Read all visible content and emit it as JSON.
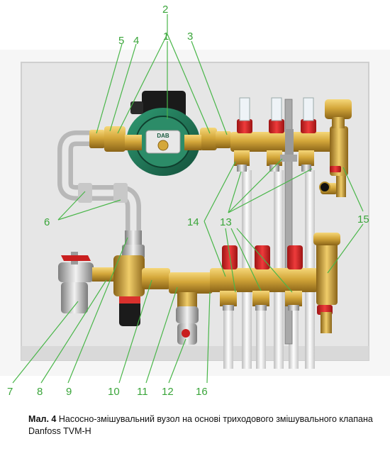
{
  "figure": {
    "callouts": [
      "1",
      "2",
      "3",
      "4",
      "5",
      "6",
      "7",
      "8",
      "9",
      "10",
      "11",
      "12",
      "13",
      "14",
      "15",
      "16"
    ],
    "pump_brand": "DAB"
  },
  "caption": {
    "label": "Мал. 4",
    "text": "Насосно-змішувальний вузол на основі триходового змішувального клапана Danfoss TVM-H"
  },
  "colors": {
    "callout": "#3aa53a",
    "brass": "#d4a73a",
    "pump_body": "#1f7a5a",
    "valve_red": "#d52828",
    "cabinet": "#e9e9e9"
  }
}
